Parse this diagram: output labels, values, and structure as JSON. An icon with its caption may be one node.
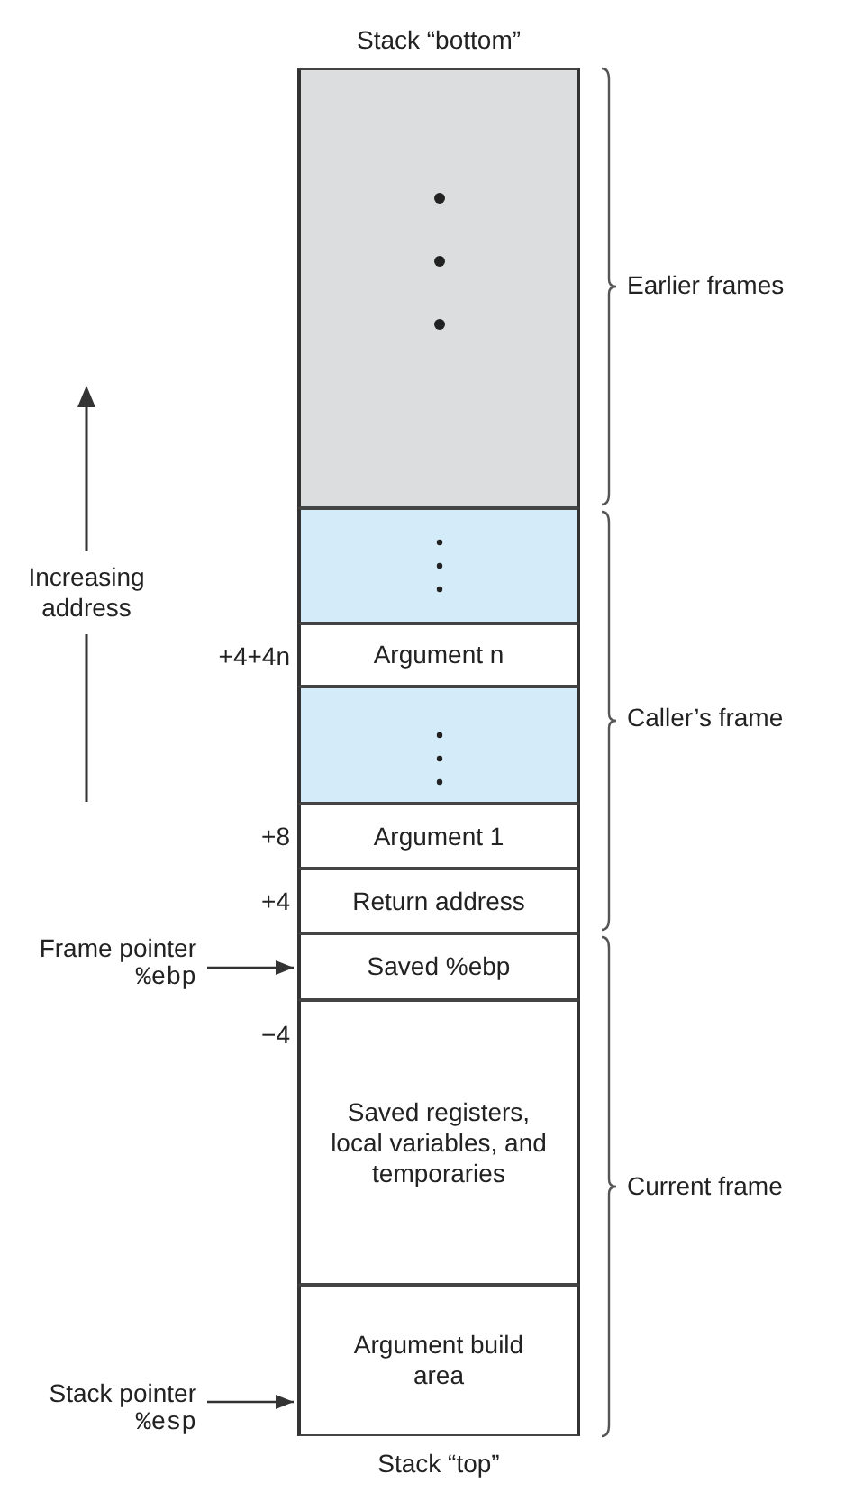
{
  "diagram": {
    "nodes": [
      {
        "text": [],
        "shape": "box"
      },
      {
        "text": [],
        "shape": "box"
      },
      {
        "text": [
          "Argument n"
        ],
        "beside": [
          "+4+4n"
        ]
      },
      {
        "text": [],
        "shape": "box"
      },
      {
        "text": [
          "Argument 1"
        ],
        "beside": [
          "+8"
        ]
      },
      {
        "text": [
          "Return address"
        ],
        "beside": [
          "+4"
        ]
      },
      {
        "text": [
          "Saved %ebp"
        ]
      },
      {
        "text": [
          "Saved registers, local variables, and temporaries"
        ],
        "beside": [
          "−4"
        ]
      },
      {
        "text": [
          "Argument build area"
        ]
      },
      {
        "text": [
          "Frame pointer",
          "%ebp"
        ]
      },
      {
        "text": [
          "Stack pointer",
          "%esp"
        ]
      }
    ],
    "edges": [
      {
        "from": 9,
        "to": 6,
        "arrow": "to"
      },
      {
        "from": 10,
        "to": 8,
        "arrow": "to"
      }
    ],
    "labels": [
      "Stack “bottom”",
      "Earlier frames",
      "Increasing address",
      "Caller’s frame",
      "Current frame",
      "Stack “top”"
    ]
  }
}
